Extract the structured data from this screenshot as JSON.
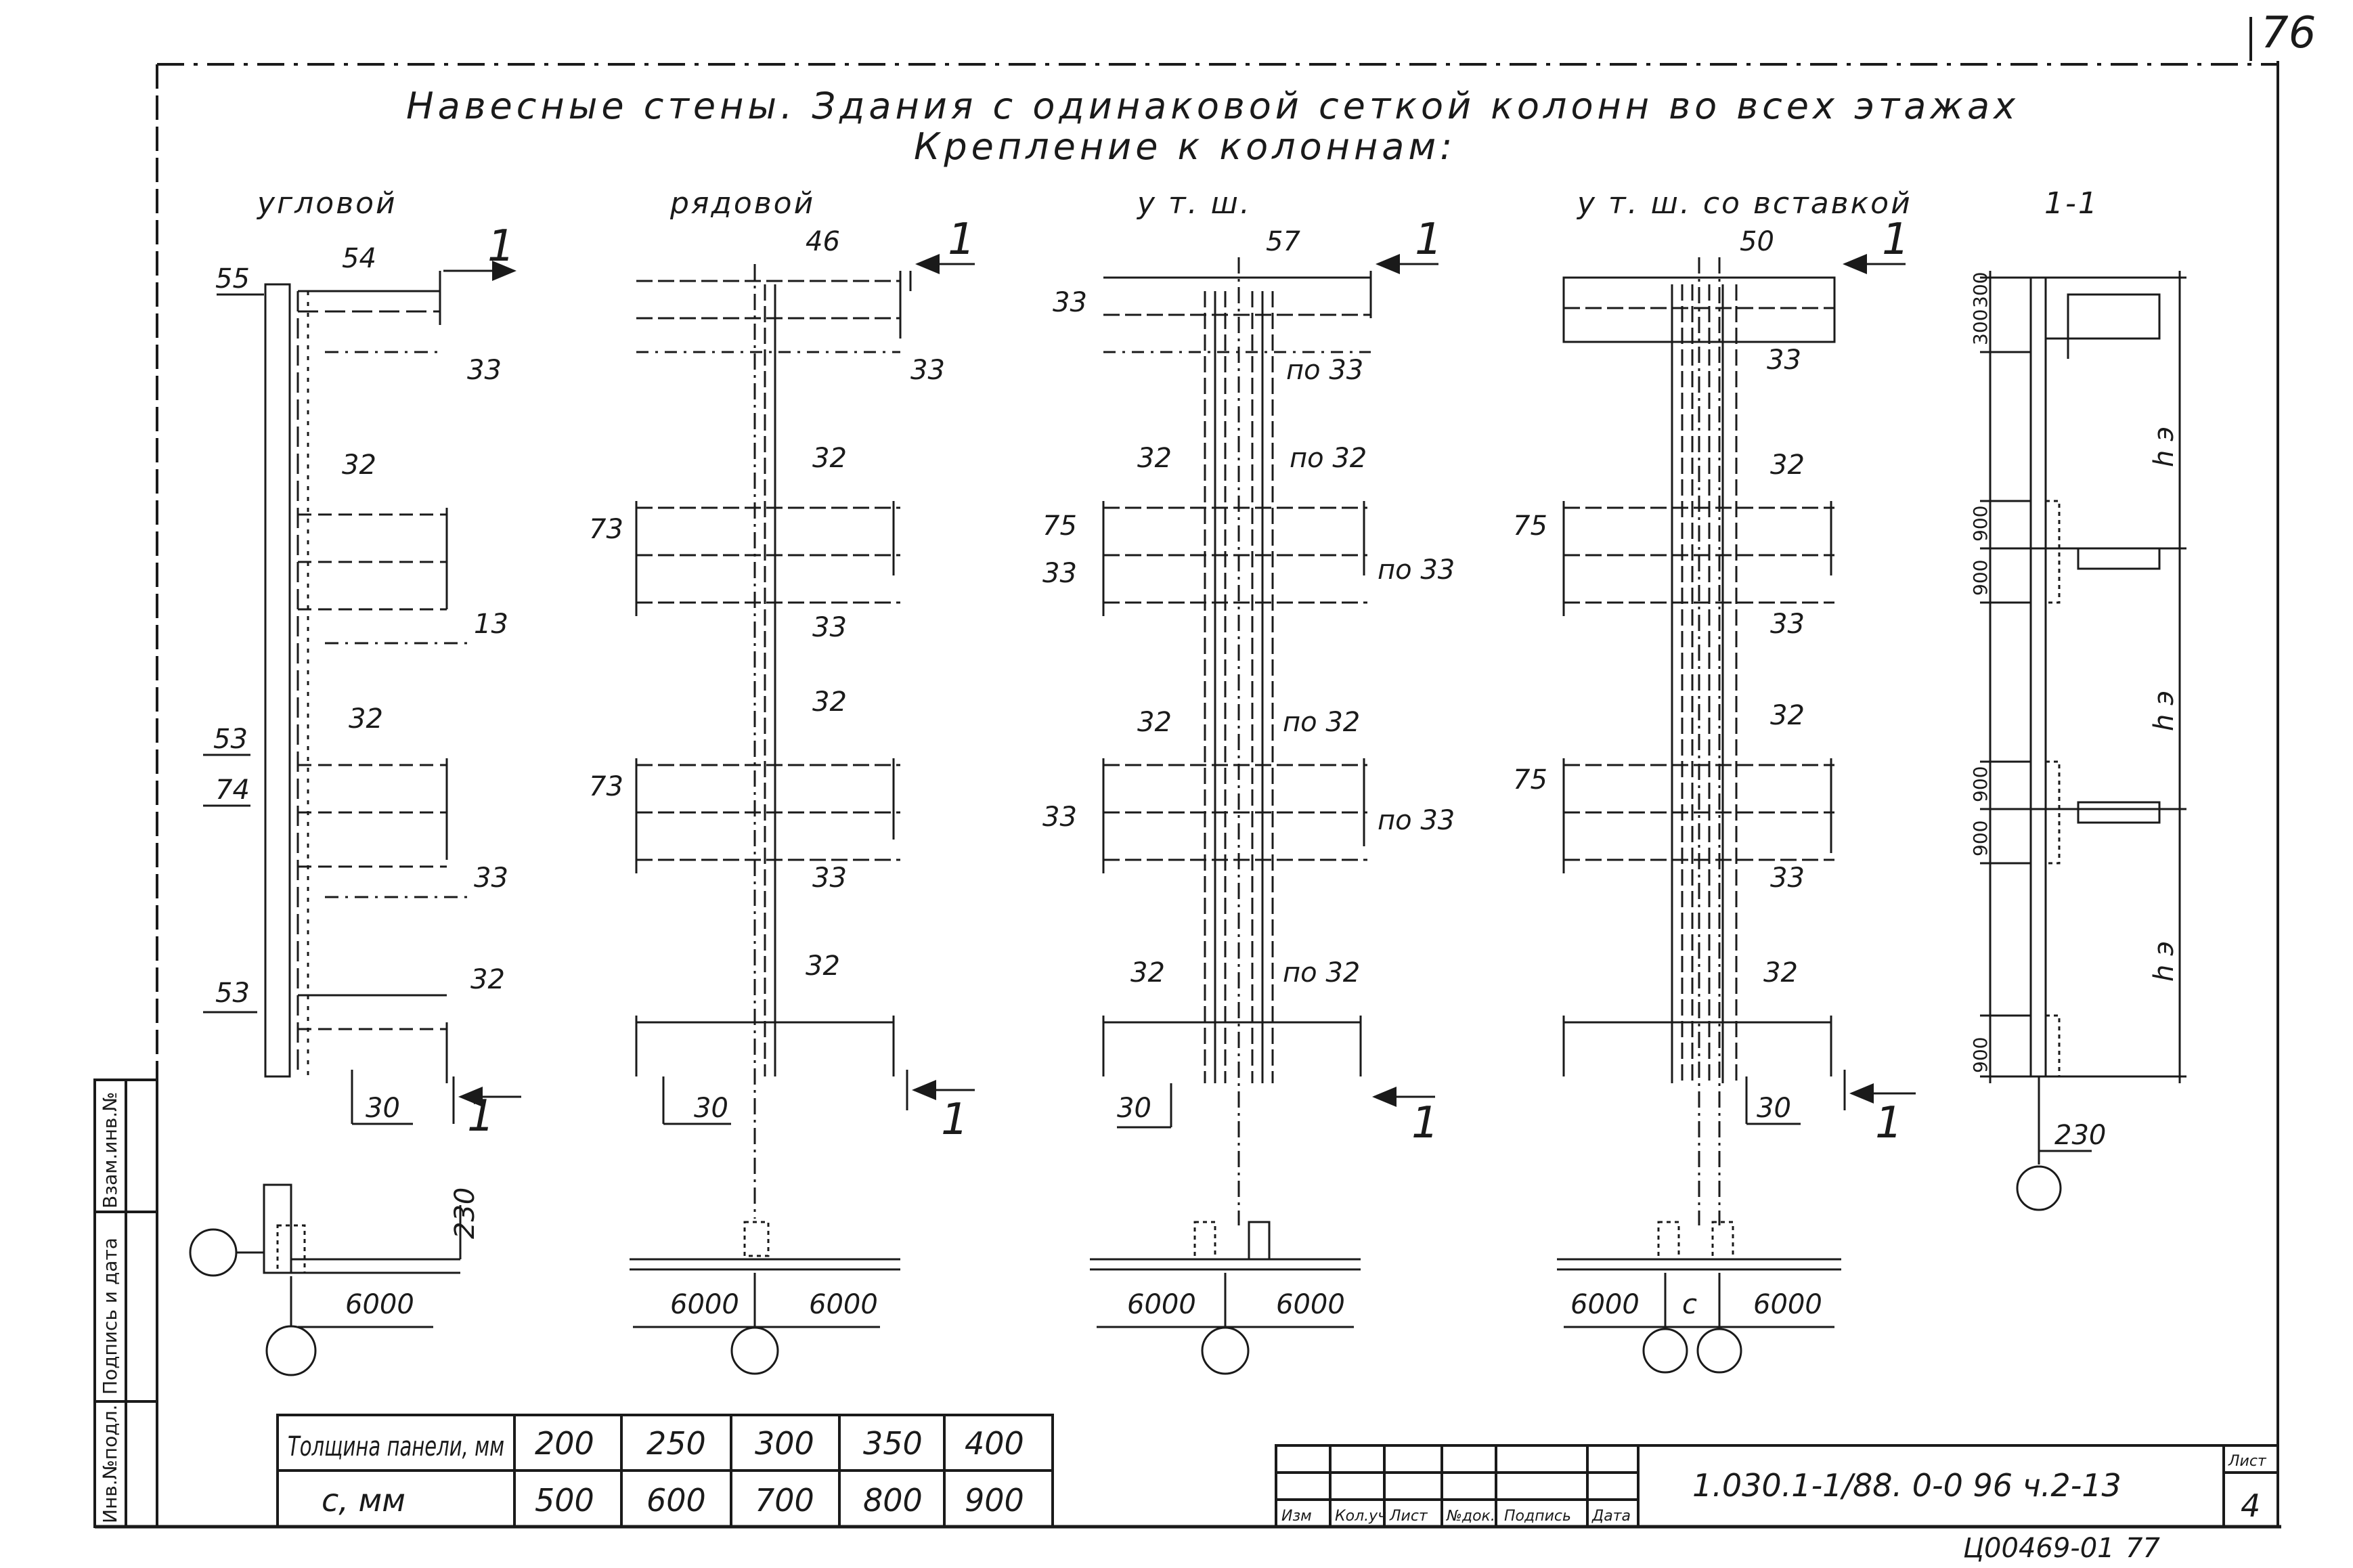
{
  "page_number_top": "76",
  "title_line1": "Навесные стены. Здания с одинаковой сеткой колонн во всех этажах",
  "title_line2": "Крепление к колоннам:",
  "views": {
    "corner": {
      "label": "угловой",
      "dims": [
        "55",
        "54",
        "1",
        "33",
        "32",
        "13",
        "53",
        "32",
        "74",
        "33",
        "53",
        "32",
        "30",
        "1"
      ],
      "plan_dim": "6000",
      "plan_vert": "230"
    },
    "row": {
      "label": "рядовой",
      "dims": [
        "46",
        "1",
        "33",
        "32",
        "73",
        "33",
        "32",
        "73",
        "33",
        "32",
        "30",
        "1"
      ],
      "plan_dims": [
        "6000",
        "6000"
      ]
    },
    "ts": {
      "label": "у т. ш.",
      "dims": [
        "57",
        "1",
        "33",
        "по 33",
        "32",
        "по 32",
        "75",
        "по 33",
        "33",
        "32",
        "по 32",
        "33",
        "по 33",
        "32",
        "по 32",
        "30",
        "1"
      ],
      "plan_dims": [
        "6000",
        "6000"
      ]
    },
    "ts_insert": {
      "label": "у т. ш. со вставкой",
      "dims": [
        "50",
        "1",
        "33",
        "75",
        "32",
        "33",
        "75",
        "32",
        "33",
        "32",
        "30",
        "1"
      ],
      "plan_dims": [
        "6000",
        "c",
        "6000"
      ]
    },
    "section": {
      "label": "1-1",
      "dims": [
        "300",
        "300",
        "900",
        "900",
        "900",
        "900",
        "900",
        "h э",
        "h э",
        "h э",
        "230"
      ]
    }
  },
  "table": {
    "row1_head": "Толщина панели, мм",
    "row1": [
      "200",
      "250",
      "300",
      "350",
      "400"
    ],
    "row2_head": "c, мм",
    "row2": [
      "500",
      "600",
      "700",
      "800",
      "900"
    ]
  },
  "side_stamp": [
    "Инв.№подл.",
    "Подпись и дата",
    "Взам.инв.№"
  ],
  "title_block": {
    "headers": [
      "Изм",
      "Кол.уч",
      "Лист",
      "№док.",
      "Подпись",
      "Дата"
    ],
    "code": "1.030.1-1/88. 0-0 96 ч.2-13",
    "sheet_label": "Лист",
    "sheet_number": "4"
  },
  "bottom_code": "Ц00469-01",
  "bottom_num": "77"
}
